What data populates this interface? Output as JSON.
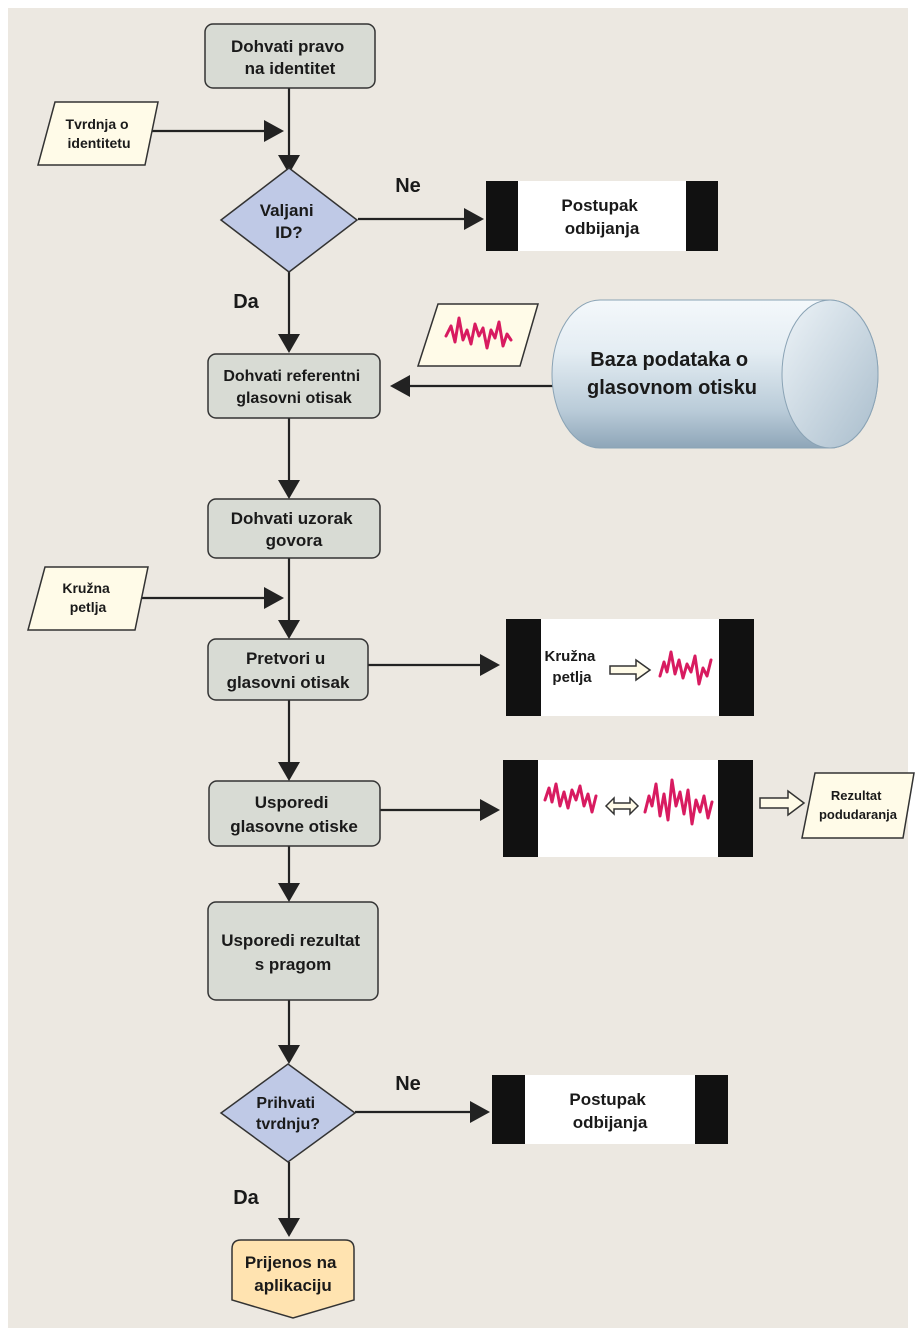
{
  "colors": {
    "background": "#ece8e1",
    "process_fill": "#d8dbd4",
    "decision_fill": "#bfc9e6",
    "io_fill": "#fffbe8",
    "terminator_fill": "#ffe3b0",
    "wave": "#d81b60",
    "bar": "#111111"
  },
  "icons": {
    "voiceprint": "waveform-icon",
    "arrow": "double-arrow-icon",
    "database": "cylinder-icon"
  },
  "nodes": {
    "get_identity_claim": [
      "Dohvati pravo",
      "na identitet"
    ],
    "identity_claim_input": [
      "Tvrdnja o",
      "identitetu"
    ],
    "valid_id": [
      "Valjani",
      "ID?"
    ],
    "reject_1": [
      "Postupak",
      "odbijanja"
    ],
    "get_reference_print": [
      "Dohvati referentni",
      "glasovni otisak"
    ],
    "database": [
      "Baza podataka o",
      "glasovnom otisku"
    ],
    "get_speech_sample": [
      "Dohvati uzorak",
      "govora"
    ],
    "loop_input": [
      "Kružna",
      "petlja"
    ],
    "convert_to_print": [
      "Pretvori u",
      "glasovni otisak"
    ],
    "convert_box_label": [
      "Kružna",
      "petlja"
    ],
    "compare_prints": [
      "Usporedi",
      "glasovne otiske"
    ],
    "match_result": [
      "Rezultat",
      "podudaranja"
    ],
    "compare_threshold": [
      "Usporedi rezultat",
      "s pragom"
    ],
    "accept_claim": [
      "Prihvati",
      "tvrdnju?"
    ],
    "reject_2": [
      "Postupak",
      "odbijanja"
    ],
    "transfer_app": [
      "Prijenos na",
      "aplikaciju"
    ]
  },
  "edge_labels": {
    "valid_no": "Ne",
    "valid_yes": "Da",
    "accept_no": "Ne",
    "accept_yes": "Da"
  }
}
